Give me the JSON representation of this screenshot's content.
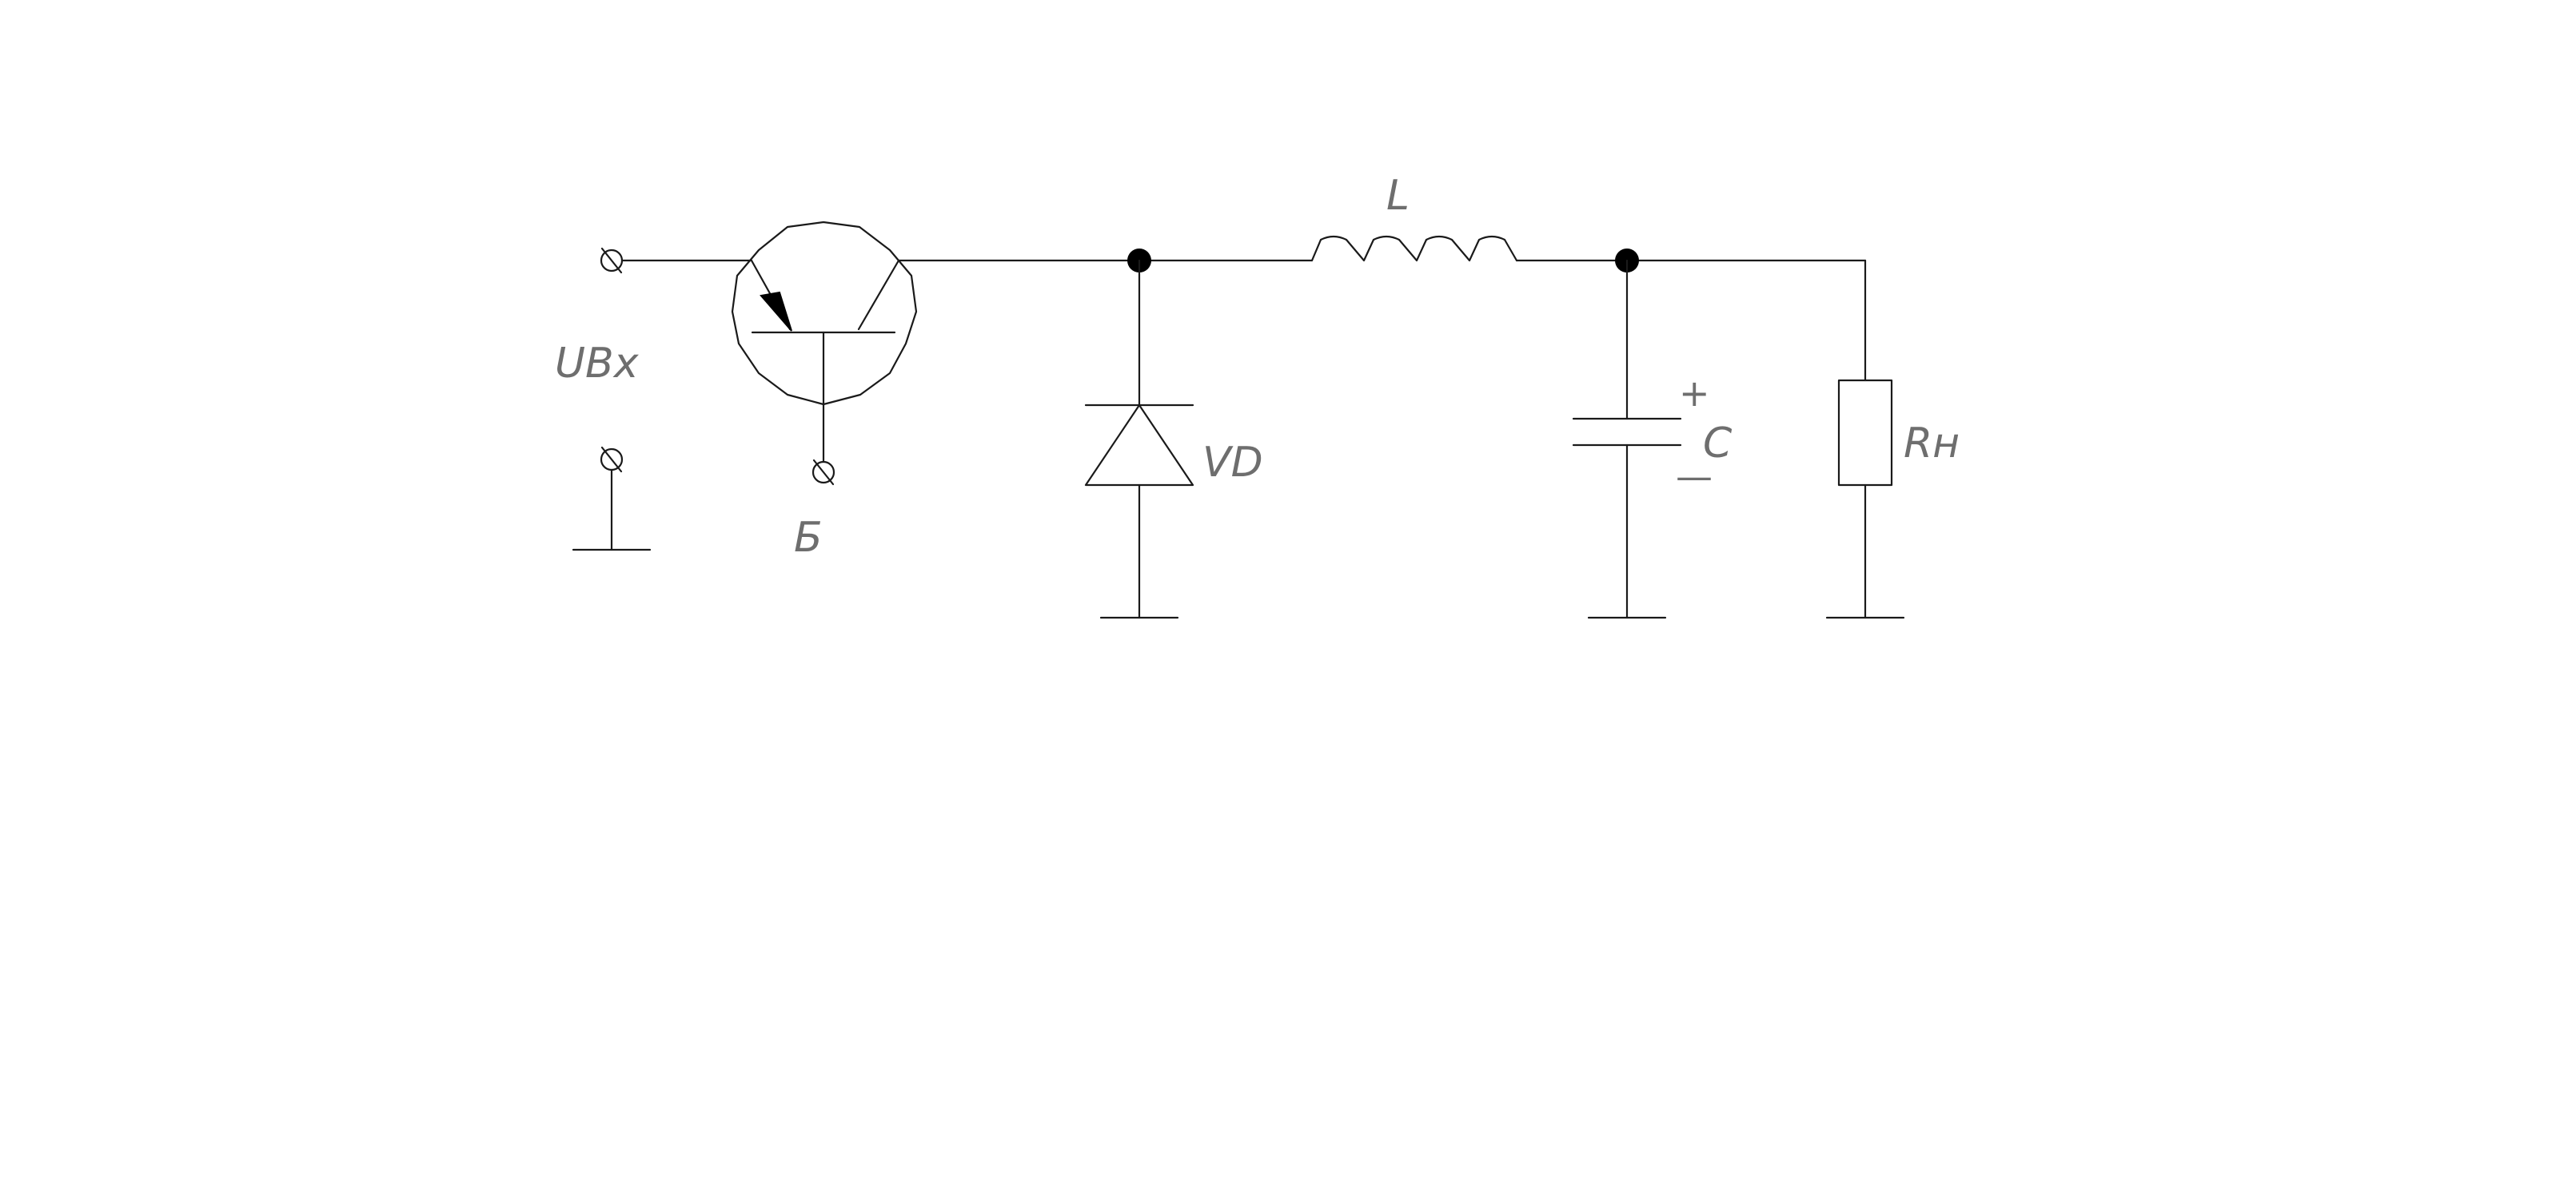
{
  "labels": {
    "input_voltage": "UВх",
    "base": "Б",
    "diode": "VD",
    "inductor": "L",
    "capacitor": "C",
    "load": "Rн",
    "cap_plus": "+",
    "cap_minus": "—"
  },
  "colors": {
    "stroke": "#1a1a1a",
    "label": "#6e6e6e",
    "background": "#ffffff"
  }
}
